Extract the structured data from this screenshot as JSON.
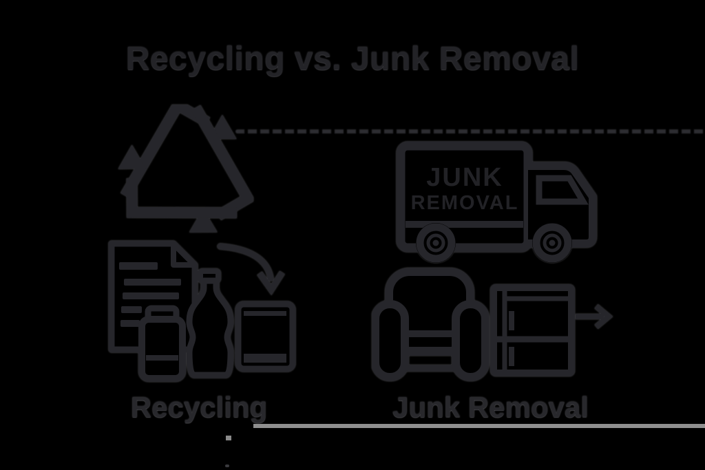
{
  "title": "Recycling vs. Junk Removal",
  "left_section": {
    "label": "Recycling",
    "icons": [
      "recycling-arrows",
      "paper-document",
      "jar",
      "plastic-bottle",
      "sorting-arrow",
      "recycle-bin"
    ]
  },
  "right_section": {
    "label": "Junk Removal",
    "truck_text": {
      "line1": "JUNK",
      "line2": "REMOVAL"
    },
    "icons": [
      "junk-removal-truck",
      "armchair",
      "cabinet",
      "removal-arrow"
    ]
  },
  "colors": {
    "background": "#000000",
    "line_art": "#26262b",
    "title_text": "#232327",
    "label_text": "#28282c",
    "gray_divider": "#8f8f8f",
    "dashed_line": "#2d2d31"
  }
}
